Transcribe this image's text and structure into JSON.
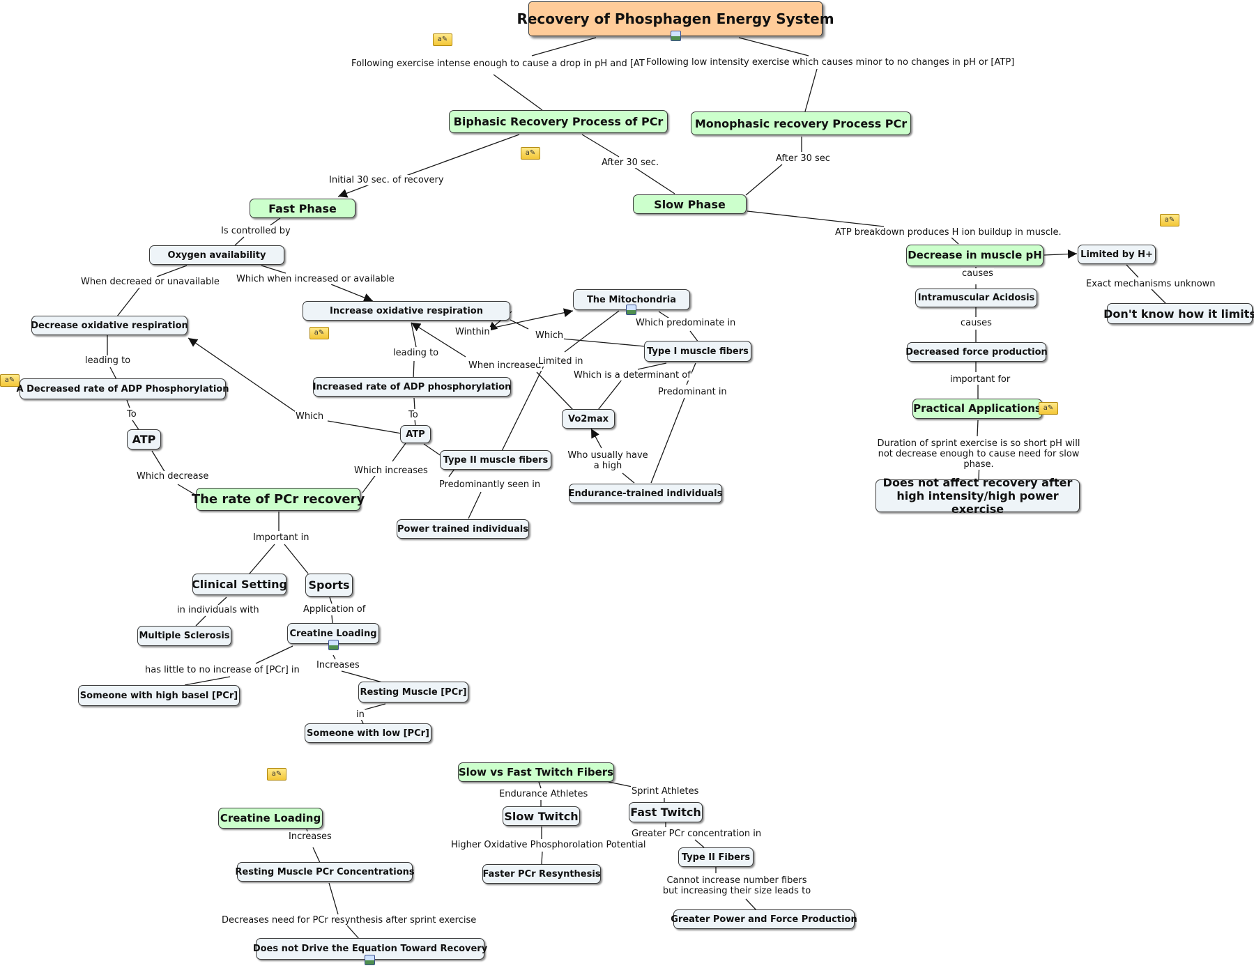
{
  "title": "Recovery of Phosphagen Energy System",
  "nodes": {
    "root": "Recovery of Phosphagen Energy System",
    "biphasic": "Biphasic Recovery Process of PCr",
    "monophasic": "Monophasic recovery Process PCr",
    "fast_phase": "Fast Phase",
    "slow_phase": "Slow Phase",
    "oxygen": "Oxygen availability",
    "inc_ox": "Increase oxidative respiration",
    "mito": "The Mitochondria",
    "dec_ox": "Decrease oxidative respiration",
    "type1": "Type I muscle fibers",
    "dec_adp": "A Decreased rate of ADP Phosphorylation",
    "inc_adp": "Increased rate of ADP phosphorylation",
    "vo2": "Vo2max",
    "atp_left": "ATP",
    "atp_mid": "ATP",
    "type2": "Type II muscle fibers",
    "endurance": "Endurance-trained individuals",
    "rate_pcr": "The rate of PCr recovery",
    "power": "Power trained individuals",
    "clinical": "Clinical Setting",
    "sports": "Sports",
    "ms": "Multiple Sclerosis",
    "creatine1": "Creatine Loading",
    "high_basel": "Someone with high basel  [PCr]",
    "resting": "Resting Muscle [PCr]",
    "low_pcr": "Someone with low [PCr]",
    "dec_ph": "Decrease in muscle pH",
    "limited_h": "Limited by H+",
    "dont_know": "Don't know how it limits",
    "intra": "Intramuscular Acidosis",
    "dec_force": "Decreased force production",
    "practical": "Practical Applications",
    "no_affect": "Does not affect recovery after high intensity/high power exercise",
    "creatine2": "Creatine Loading",
    "resting_conc": "Resting Muscle PCr Concentrations",
    "not_drive": "Does not Drive the Equation Toward Recovery",
    "svf": "Slow vs Fast Twitch Fibers",
    "slow_twitch": "Slow Twitch",
    "fast_twitch": "Fast Twitch",
    "faster_pcr": "Faster PCr Resynthesis",
    "type2_fibers": "Type II Fibers",
    "greater_power": "Greater Power and Force Production"
  },
  "labels": {
    "following_intense": "Following exercise intense enough to cause a drop in pH and [ATP]",
    "following_low": "Following low intensity exercise which causes minor to no changes in pH or [ATP]",
    "initial_30": "Initial 30 sec. of recovery",
    "after_30_a": "After 30 sec.",
    "after_30_b": "After 30 sec",
    "controlled_by": "Is  controlled by",
    "atp_breakdown": "ATP breakdown produces H ion buildup in muscle.",
    "when_decreased": "When decreaed or unavailable",
    "when_increased_avail": "Which when increased or available",
    "causes_1": "causes",
    "causes_2": "causes",
    "exact": "Exact mechanisms unknown",
    "winthin": "Winthin",
    "which_predominate": "Which predominate in",
    "which_1": "Which",
    "leading_to_1": "leading to",
    "leading_to_2": "leading to",
    "when_increased": "When increased",
    "limited_in": "Limited in",
    "determinant": "Which is a determinant of",
    "important_for": "important for",
    "predominant_in": "Predominant in",
    "to_1": "To",
    "to_2": "To",
    "which_2": "Which",
    "which_increases": "Which increases",
    "duration": "Duration of sprint exercise is so short pH will not decrease enough to cause need for slow phase.",
    "who_usually": "Who usually have a high",
    "which_decrease": "Which decrease",
    "predominantly_seen": "Predominantly seen in",
    "important_in": "Important in",
    "in_individuals": "in individuals with",
    "application_of": "Application of",
    "little_increase": "has little to no increase of [PCr] in",
    "increases_1": "Increases",
    "in": "in",
    "endurance_athletes": "Endurance Athletes",
    "sprint_athletes": "Sprint Athletes",
    "increases_2": "Increases",
    "higher_oxidative": "Higher Oxidative Phosphorolation Potential",
    "greater_pcr": "Greater PCr concentration in",
    "cannot_increase": "Cannot increase number fibers but increasing their size leads to",
    "decreases_need": "Decreases need for PCr resynthesis after sprint exercise"
  },
  "icons": [
    "note-icon",
    "image-icon"
  ],
  "colors": {
    "root_fill": "#ffcc99",
    "green_fill": "#ccffcc",
    "node_fill": "#eef4f8",
    "line": "#1a1a1a"
  }
}
